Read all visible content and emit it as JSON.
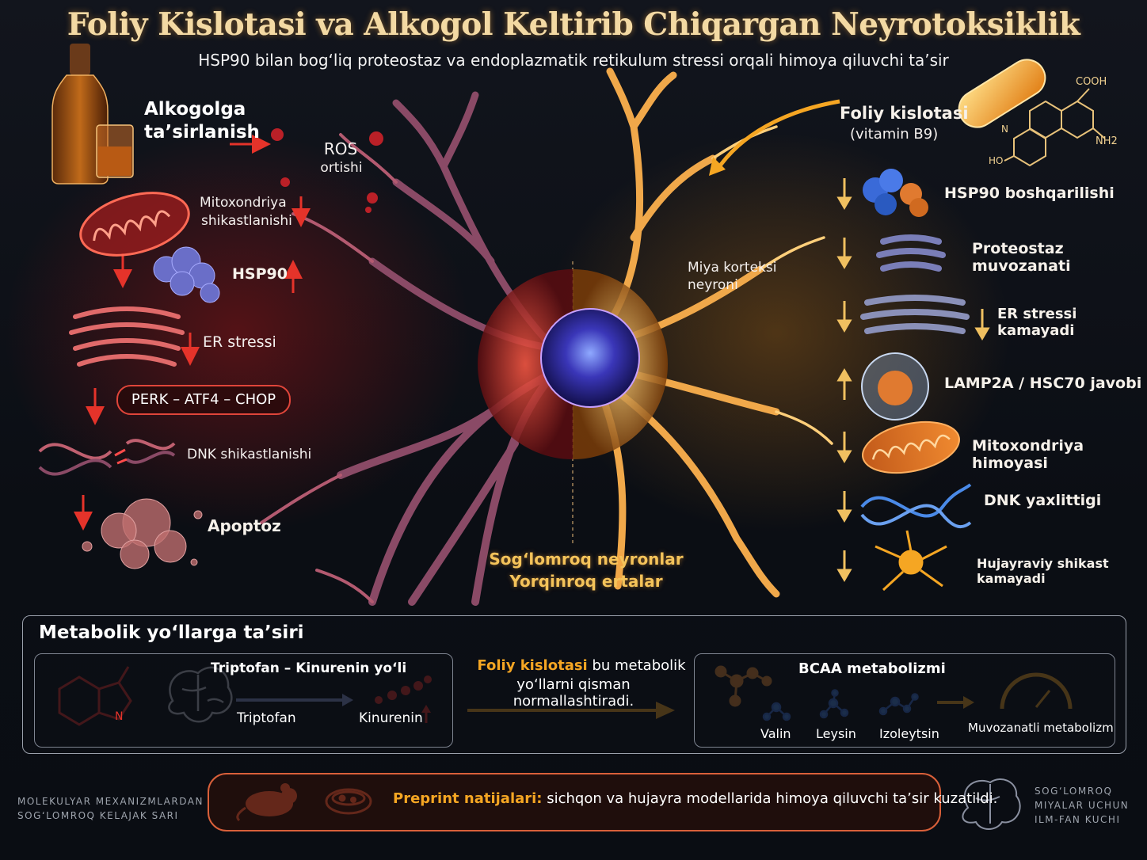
{
  "header": {
    "title": "Foliy Kislotasi va Alkogol Keltirib Chiqargan Neyrotoksiklik",
    "subtitle": "HSP90 bilan bog‘liq proteostaz va endoplazmatik retikulum stressi orqali himoya qiluvchi ta’sir"
  },
  "left": {
    "alcohol_line1": "Alkogolga",
    "alcohol_line2": "ta’sirlanish",
    "ros_line1": "ROS",
    "ros_line2": "ortishi",
    "mito_line1": "Mitoxondriya",
    "mito_line2": "shikastlanishi",
    "hsp90": "HSP90",
    "er_stress": "ER stressi",
    "perk": "PERK – ATF4 – CHOP",
    "dna": "DNK shikastlanishi",
    "apoptosis": "Apoptoz"
  },
  "center": {
    "neuron_line1": "Miya korteksi",
    "neuron_line2": "neyroni",
    "bottom_line1": "Sog‘lomroq neyronlar",
    "bottom_line2": "Yorqinroq ertalar"
  },
  "right": {
    "folic_line1": "Foliy kislotasi",
    "folic_line2": "(vitamin B9)",
    "chem": {
      "cooh": "COOH",
      "nh2": "NH2",
      "ho": "HO",
      "n": "N"
    },
    "items": [
      "HSP90 boshqarilishi",
      "Proteostaz muvozanati",
      "ER stressi kamayadi",
      "LAMP2A / HSC70 javobi",
      "Mitoxondriya himoyasi",
      "DNK yaxlittigi",
      "Hujayraviy shikast kamayadi"
    ]
  },
  "metabolic": {
    "heading": "Metabolik yo‘llarga ta’siri",
    "trp_title": "Triptofan – Kinurenin yo‘li",
    "indole_n": "N",
    "trp": "Triptofan",
    "kyn": "Kinurenin",
    "middle_bold": "Foliy kislotasi",
    "middle_rest": " bu metabolik",
    "middle_line2": "yo‘llarni qisman normallashtiradi.",
    "bcaa_title": "BCAA metabolizmi",
    "valin": "Valin",
    "leysin": "Leysin",
    "izoleytsin": "Izoleytsin",
    "balanced": "Muvozanatli metabolizm"
  },
  "footer": {
    "left_line1": "MOLEKULYAR MEXANIZMLARDAN",
    "left_line2": "SOG‘LOMROQ KELAJAK SARI",
    "preprint_bold": "Preprint natijalari:",
    "preprint_rest": " sichqon va hujayra modellarida himoya qiluvchi ta’sir kuzatildi.",
    "right_line1": "SOG‘LOMROQ",
    "right_line2": "MIYALAR UCHUN",
    "right_line3": "ILM-FAN KUCHI"
  },
  "colors": {
    "red": "#e5332a",
    "orange": "#f5a623",
    "gold": "#f3d9a3",
    "blue": "#3b6fd8"
  }
}
